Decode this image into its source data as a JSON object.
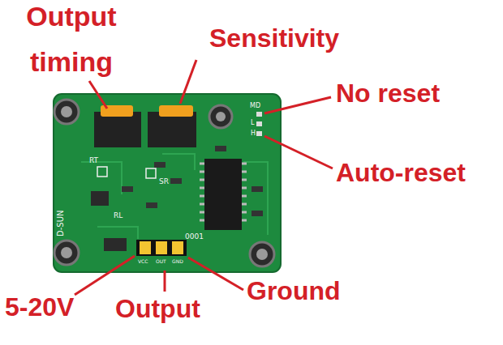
{
  "diagram": {
    "labels": [
      "Output timing",
      "Sensitivity",
      "No reset",
      "Auto-reset",
      "MD",
      "L",
      "H",
      "RT",
      "SR",
      "D-SUN",
      "RL",
      "0001",
      "VCC",
      "OUT",
      "GND",
      "5-20V",
      "Output",
      "Ground"
    ]
  }
}
